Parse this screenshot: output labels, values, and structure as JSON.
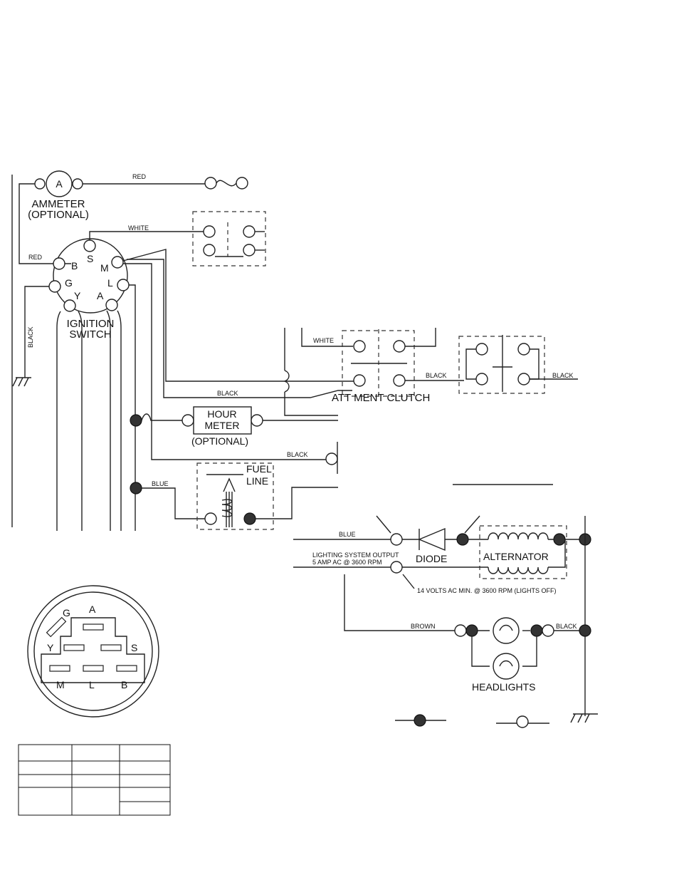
{
  "labels": {
    "ammeter_letter": "A",
    "ammeter": "AMMETER",
    "ammeter_optional": "(OPTIONAL)",
    "ignition_switch_line1": "IGNITION",
    "ignition_switch_line2": "SWITCH",
    "switch_pin_b": "B",
    "switch_pin_s": "S",
    "switch_pin_m": "M",
    "switch_pin_g": "G",
    "switch_pin_l": "L",
    "switch_pin_y": "Y",
    "switch_pin_a": "A",
    "hour_meter_line1": "HOUR",
    "hour_meter_line2": "METER",
    "hour_meter_optional": "(OPTIONAL)",
    "fuel_line_1": "FUEL",
    "fuel_line_2": "LINE",
    "attachment_clutch": "ATT MENT CLUTCH",
    "diode": "DIODE",
    "alternator": "ALTERNATOR",
    "lighting_output_1": "LIGHTING SYSTEM OUTPUT",
    "lighting_output_2": "5 AMP AC @ 3600 RPM",
    "voltage_note": "14 VOLTS AC MIN. @ 3600 RPM (LIGHTS OFF)",
    "headlights": "HEADLIGHTS",
    "connector_g": "G",
    "connector_a": "A",
    "connector_y": "Y",
    "connector_s": "S",
    "connector_m": "M",
    "connector_l": "L",
    "connector_b": "B"
  },
  "wire_labels": {
    "red_top": "RED",
    "red_left": "RED",
    "white_top": "WHITE",
    "black_left": "BLACK",
    "white_clutch": "WHITE",
    "black_clutch_right": "BLACK",
    "black_far_right": "BLACK",
    "black_mid": "BLACK",
    "black_lower": "BLACK",
    "blue_fuel": "BLUE",
    "blue_diode": "BLUE",
    "brown": "BROWN",
    "black_headlights": "BLACK"
  }
}
